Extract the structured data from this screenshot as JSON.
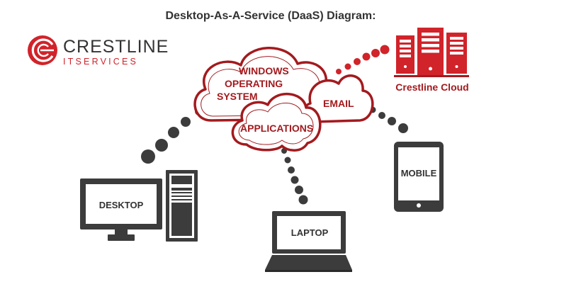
{
  "title": "Desktop-As-A-Service (DaaS) Diagram:",
  "logo": {
    "main_text": "CRESTLINE",
    "sub_text": "ITSERVICES"
  },
  "cloud": {
    "main_label": [
      "WINDOWS",
      "OPERATING",
      "SYSTEM"
    ],
    "email_label": "EMAIL",
    "apps_label": "APPLICATIONS"
  },
  "server": {
    "label": "Crestline Cloud"
  },
  "devices": {
    "desktop": "DESKTOP",
    "laptop": "LAPTOP",
    "mobile": "MOBILE"
  },
  "colors": {
    "brand_red": "#d1232a",
    "dark_red": "#a31a1e",
    "device_gray": "#3c3c3c",
    "text_dark": "#333333"
  }
}
